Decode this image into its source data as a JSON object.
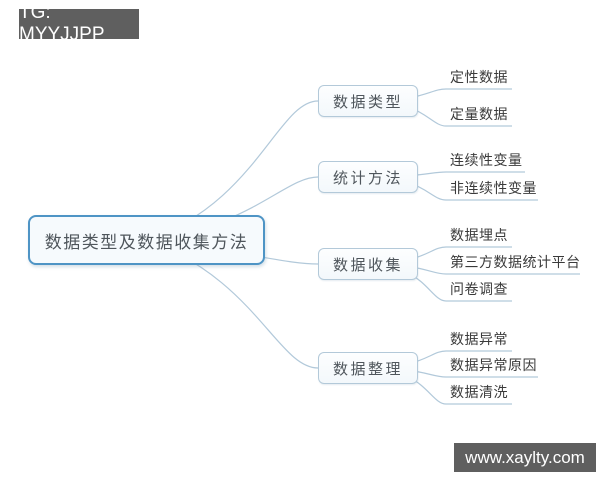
{
  "watermarks": {
    "top_left": "TG: MYYJJPP",
    "bottom_right": "www.xaylty.com"
  },
  "colors": {
    "root_border": "#4e94c5",
    "branch_border": "#b3c9d9",
    "connector_line": "#b2c9da",
    "node_text": "#4f565c",
    "leaf_text": "#3a3a3a",
    "badge_background": "#5f5f5f",
    "badge_text": "#ffffff",
    "canvas_background": "#ffffff"
  },
  "mindmap": {
    "root": {
      "label": "数据类型及数据收集方法"
    },
    "branches": [
      {
        "label": "数据类型",
        "children": [
          {
            "label": "定性数据"
          },
          {
            "label": "定量数据"
          }
        ]
      },
      {
        "label": "统计方法",
        "children": [
          {
            "label": "连续性变量"
          },
          {
            "label": "非连续性变量"
          }
        ]
      },
      {
        "label": "数据收集",
        "children": [
          {
            "label": "数据埋点"
          },
          {
            "label": "第三方数据统计平台"
          },
          {
            "label": "问卷调查"
          }
        ]
      },
      {
        "label": "数据整理",
        "children": [
          {
            "label": "数据异常"
          },
          {
            "label": "数据异常原因"
          },
          {
            "label": "数据清洗"
          }
        ]
      }
    ]
  }
}
